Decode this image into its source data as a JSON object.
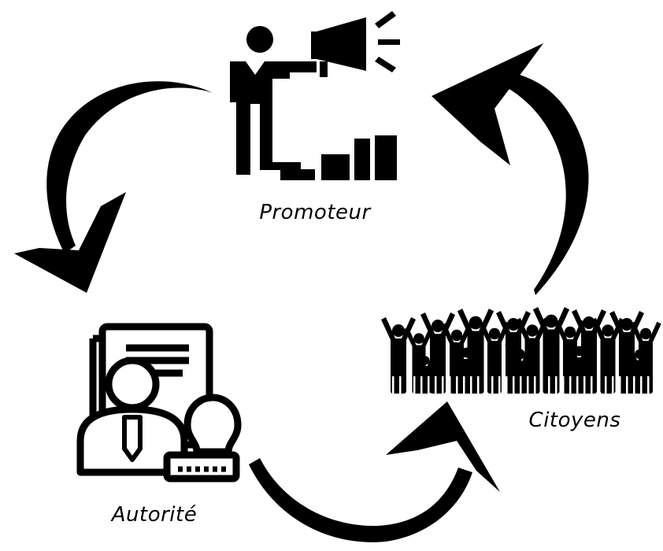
{
  "nodes": {
    "promoteur": {
      "label": "Promoteur",
      "icon": "megaphone-speaker-stairs-icon"
    },
    "autorite": {
      "label": "Autorité",
      "icon": "official-document-stamp-icon"
    },
    "citoyens": {
      "label": "Citoyens",
      "icon": "crowd-icon"
    }
  },
  "arrows": [
    {
      "from": "Promoteur",
      "to": "Autorité"
    },
    {
      "from": "Autorité",
      "to": "Citoyens"
    },
    {
      "from": "Citoyens",
      "to": "Promoteur"
    }
  ],
  "colors": {
    "ink": "#000000",
    "background": "#ffffff"
  }
}
